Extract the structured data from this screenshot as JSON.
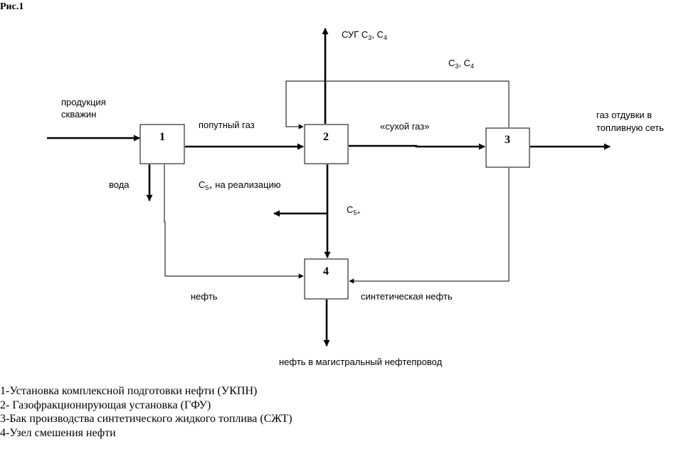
{
  "figure_label": "Рис.1",
  "blocks": [
    {
      "id": "1",
      "label": "1"
    },
    {
      "id": "2",
      "label": "2"
    },
    {
      "id": "3",
      "label": "3"
    },
    {
      "id": "4",
      "label": "4"
    }
  ],
  "flows": {
    "input": [
      "продукция",
      "скважин"
    ],
    "water": "вода",
    "associated_gas": "попутный газ",
    "lpg": "СУГ С",
    "lpg_sub1": "3",
    "lpg_mid": ", С",
    "lpg_sub2": "4",
    "recycle": "С",
    "recycle_sub1": "3",
    "recycle_mid": ", С",
    "recycle_sub2": "4",
    "dry_gas": "«сухой газ»",
    "purge": [
      "газ отдувки в",
      "топливную сеть"
    ],
    "c5_sale_main": "С",
    "c5_sale_sub": "5+",
    "c5_sale_rest": " на реализацию",
    "c5_main": "С",
    "c5_sub": "5+",
    "oil": "нефть",
    "synthetic_oil": "синтетическая нефть",
    "output": "нефть в магистральный нефтепровод"
  },
  "legend": [
    "1-Установка комплексной подготовки нефти (УКПН)",
    "2- Газофракционирующая установка (ГФУ)",
    "3-Бак производства синтетического жидкого топлива (СЖТ)",
    "4-Узел смешения нефти"
  ]
}
